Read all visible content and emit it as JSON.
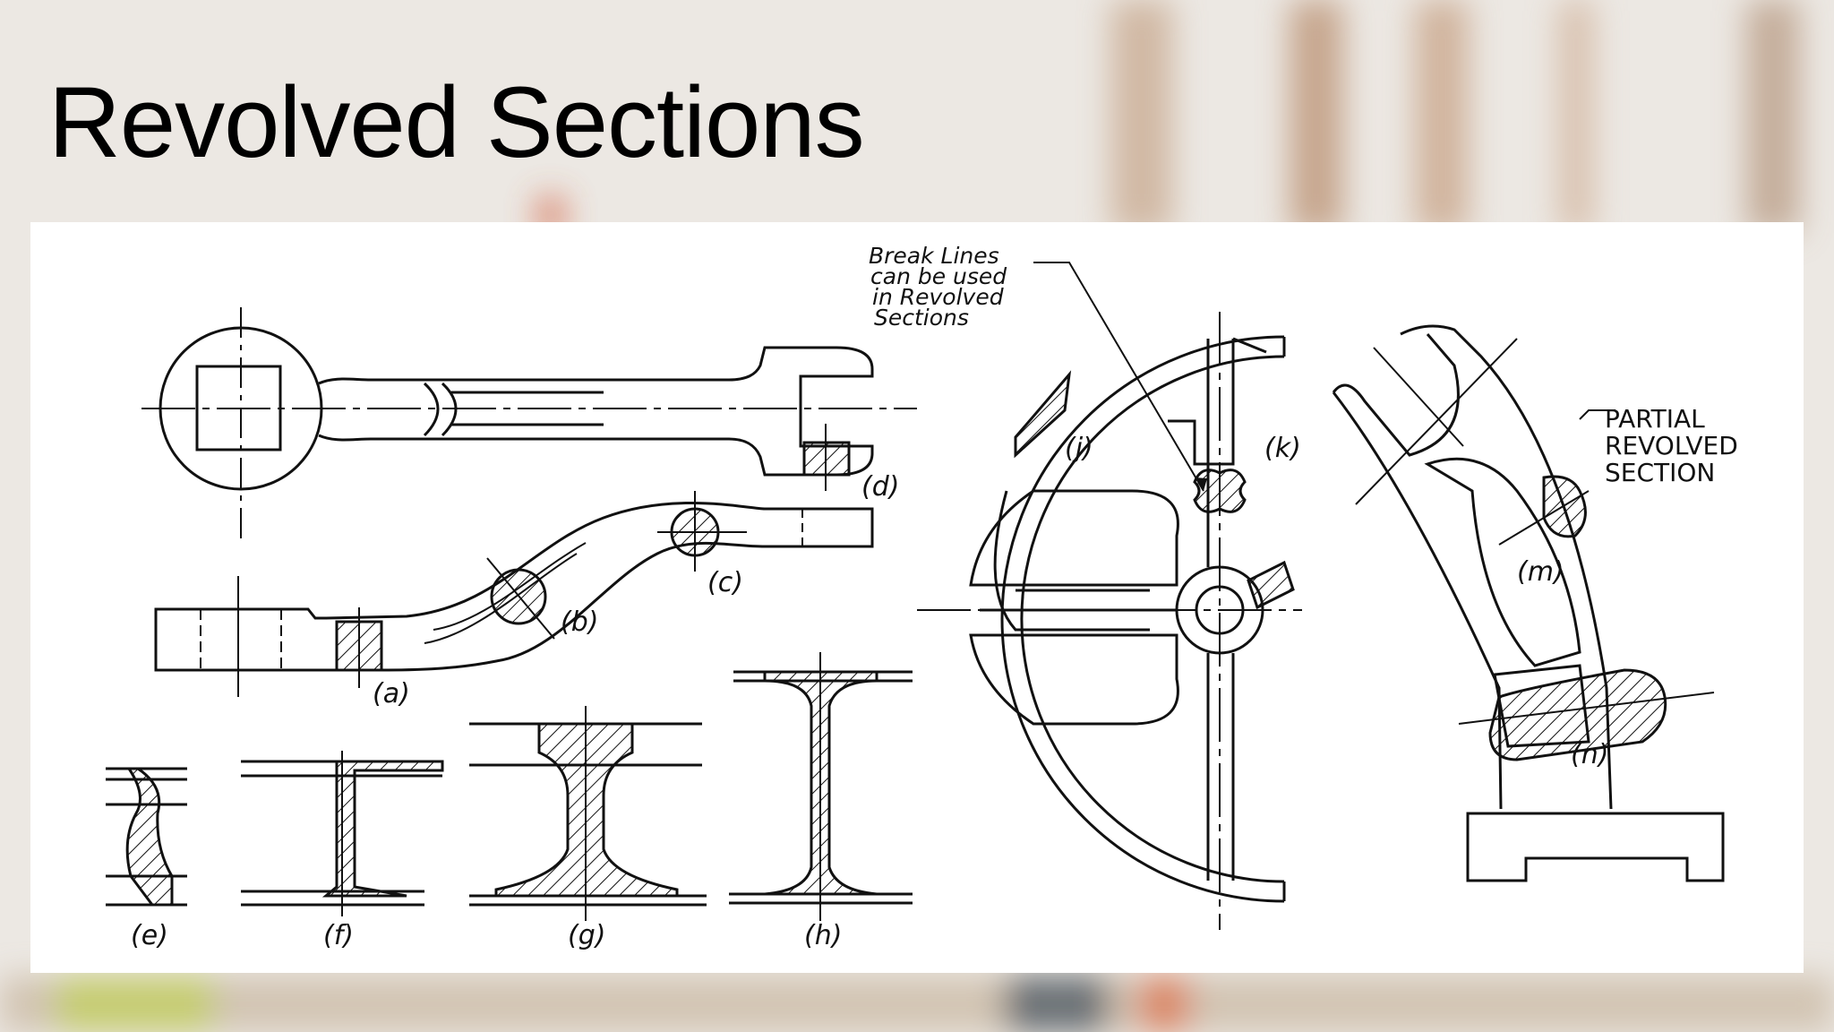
{
  "slide": {
    "title": "Revolved Sections"
  },
  "figure": {
    "labels": {
      "a": "(a)",
      "b": "(b)",
      "c": "(c)",
      "d": "(d)",
      "e": "(e)",
      "f": "(f)",
      "g": "(g)",
      "h": "(h)",
      "j": "(j)",
      "k": "(k)",
      "m": "(m)",
      "n": "(n)"
    },
    "annotations": {
      "break_lines": [
        "Break Lines",
        "can be used",
        "in Revolved",
        "Sections"
      ],
      "partial_revolved": [
        "PARTIAL",
        "REVOLVED",
        "SECTION"
      ]
    }
  },
  "colors": {
    "background": "#e9e4de",
    "panel": "#ffffff",
    "ink": "#111111"
  }
}
